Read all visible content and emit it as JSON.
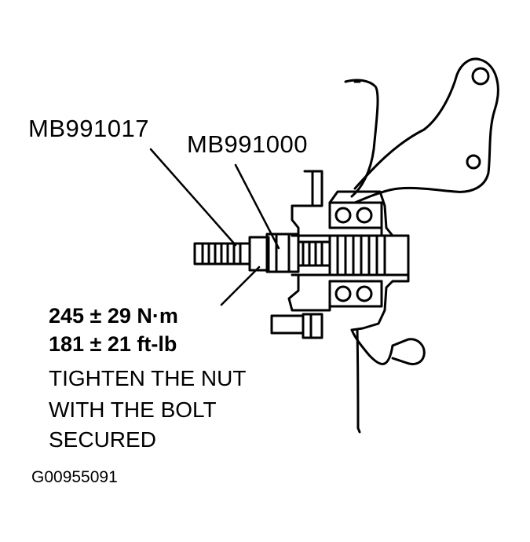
{
  "labels": {
    "tool_a": "MB991017",
    "tool_b": "MB991000",
    "torque_metric": "245 ± 29 N·m",
    "torque_imperial": "181 ± 21 ft-lb",
    "note_line1": "TIGHTEN THE NUT",
    "note_line2": "WITH THE BOLT",
    "note_line3": "SECURED",
    "figure_id": "G00955091"
  }
}
